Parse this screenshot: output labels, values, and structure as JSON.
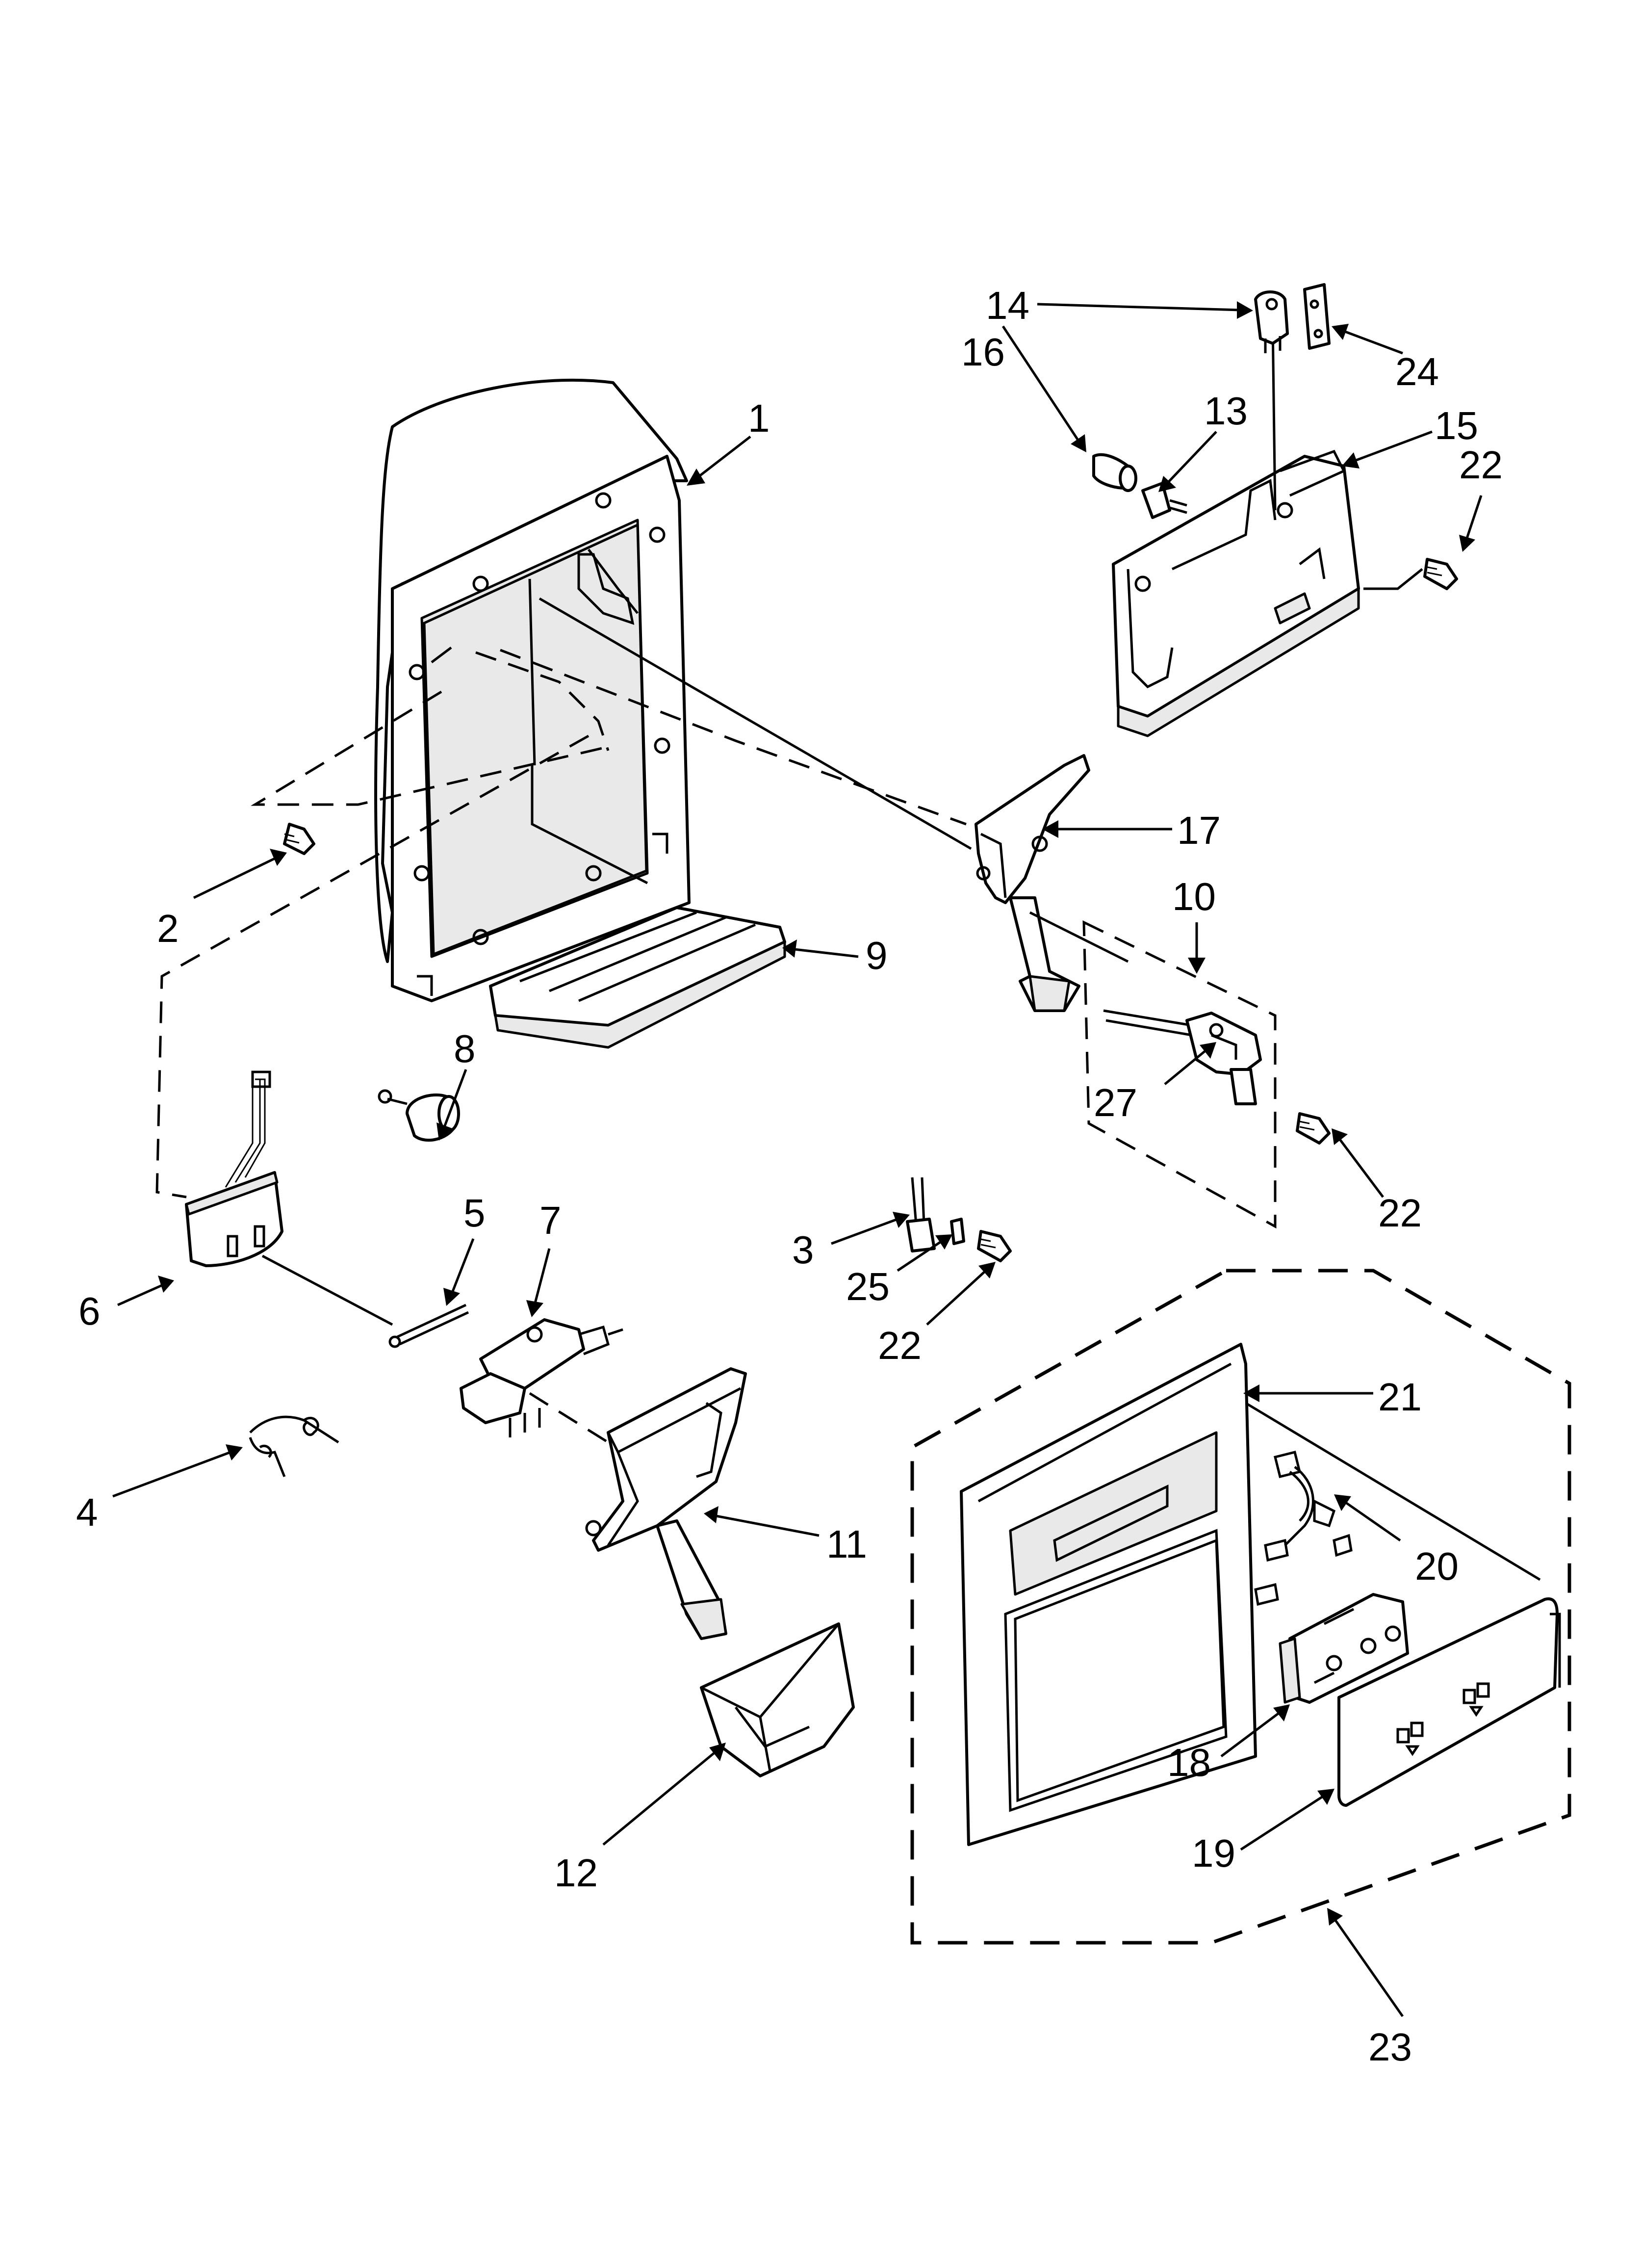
{
  "callouts": [
    {
      "id": "c1",
      "label": "1"
    },
    {
      "id": "c2",
      "label": "2"
    },
    {
      "id": "c3",
      "label": "3"
    },
    {
      "id": "c4",
      "label": "4"
    },
    {
      "id": "c5",
      "label": "5"
    },
    {
      "id": "c6",
      "label": "6"
    },
    {
      "id": "c7",
      "label": "7"
    },
    {
      "id": "c8",
      "label": "8"
    },
    {
      "id": "c9",
      "label": "9"
    },
    {
      "id": "c10",
      "label": "10"
    },
    {
      "id": "c11",
      "label": "11"
    },
    {
      "id": "c12",
      "label": "12"
    },
    {
      "id": "c13",
      "label": "13"
    },
    {
      "id": "c14",
      "label": "14"
    },
    {
      "id": "c15",
      "label": "15"
    },
    {
      "id": "c16",
      "label": "16"
    },
    {
      "id": "c17",
      "label": "17"
    },
    {
      "id": "c18",
      "label": "18"
    },
    {
      "id": "c19",
      "label": "19"
    },
    {
      "id": "c20",
      "label": "20"
    },
    {
      "id": "c21",
      "label": "21"
    },
    {
      "id": "c22a",
      "label": "22"
    },
    {
      "id": "c22b",
      "label": "22"
    },
    {
      "id": "c22c",
      "label": "22"
    },
    {
      "id": "c23",
      "label": "23"
    },
    {
      "id": "c24",
      "label": "24"
    },
    {
      "id": "c25",
      "label": "25"
    },
    {
      "id": "c27",
      "label": "27"
    }
  ],
  "colors": {
    "ink": "#000000",
    "background": "#ffffff",
    "shade": "#e9e9e9"
  }
}
